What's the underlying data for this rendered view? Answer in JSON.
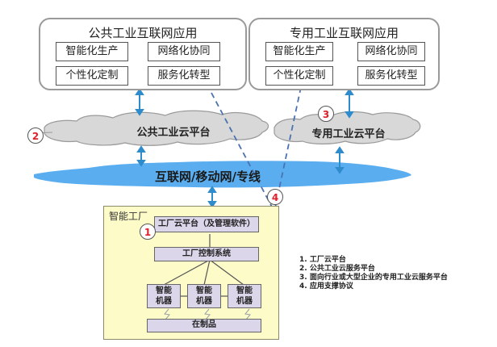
{
  "public_apps": {
    "title": "公共工业互联网应用",
    "items": [
      "智能化生产",
      "网络化协同",
      "个性化定制",
      "服务化转型"
    ]
  },
  "private_apps": {
    "title": "专用工业互联网应用",
    "items": [
      "智能化生产",
      "网络化协同",
      "个性化定制",
      "服务化转型"
    ]
  },
  "clouds": {
    "public": "公共工业云平台",
    "private": "专用工业云平台"
  },
  "network": {
    "label": "互联网/移动网/专线"
  },
  "factory": {
    "title": "智能工厂",
    "cloud_platform": "工厂云平台（及管理软件）",
    "control_system": "工厂控制系统",
    "machine_label_line1": "智能",
    "machine_label_line2": "机器",
    "machines_count": 3,
    "wip": "在制品"
  },
  "badges": [
    "1",
    "2",
    "3",
    "4"
  ],
  "legend": [
    "1.  工厂云平台",
    "2.  公共工业云服务平台",
    "3.  面向行业或大型企业的专用工业云服务平台",
    "4.  应用支撑协议"
  ],
  "colors": {
    "network_blue": "#5aaef0",
    "arrow_blue": "#2f8ccc",
    "dashed_blue": "#4a72b0",
    "cloud_gray": "#d8d8d8",
    "factory_yellow": "#fdfbc8",
    "factory_box": "#dcd6ea",
    "badge_red": "#e0202a"
  }
}
